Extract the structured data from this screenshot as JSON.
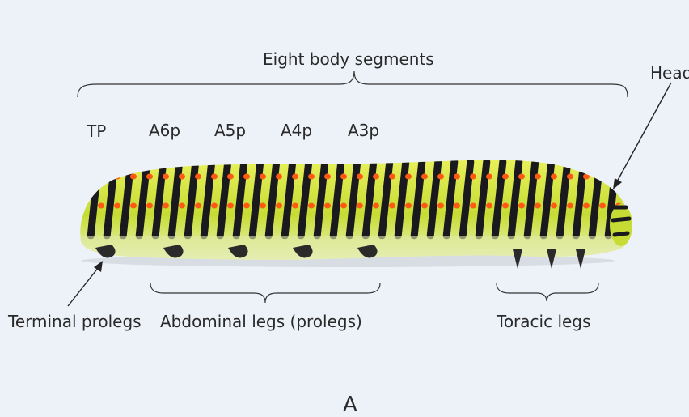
{
  "labels": {
    "segments": "Eight body segments",
    "head": "Head",
    "tp": "TP",
    "a6p": "A6p",
    "a5p": "A5p",
    "a4p": "A4p",
    "a3p": "A3p",
    "terminal": "Terminal prolegs",
    "abdominal": "Abdominal legs (prolegs)",
    "thoracic": "Toracic legs",
    "panel": "A"
  },
  "colors": {
    "background": "#edf2f9",
    "body": "#c7df3a",
    "stripe": "#1a1a1e",
    "spot": "#ff5a14"
  }
}
